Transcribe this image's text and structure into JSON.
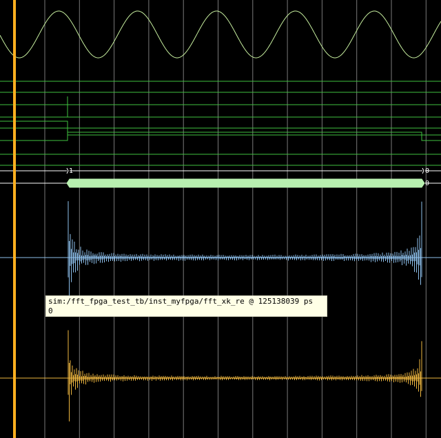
{
  "bus_values": {
    "bus1_left": "1",
    "bus1_right": "0",
    "bus2_right": "0"
  },
  "tooltip": {
    "line1": "sim:/fft_fpga_test_tb/inst_myfpga/fft_xk_re @ 125138039 ps",
    "line2": "0"
  },
  "colors": {
    "background": "#000000",
    "grid": "#7a7a7a",
    "cursor": "#ffb020",
    "sine": "#c8f0a0",
    "digital": "#3fc23f",
    "bus": "#ffffff",
    "bus_fill": "#b8f0b0",
    "fft_re": "#8ec0ec",
    "fft_im": "#f0b840",
    "tooltip_bg": "#ffffe6"
  }
}
